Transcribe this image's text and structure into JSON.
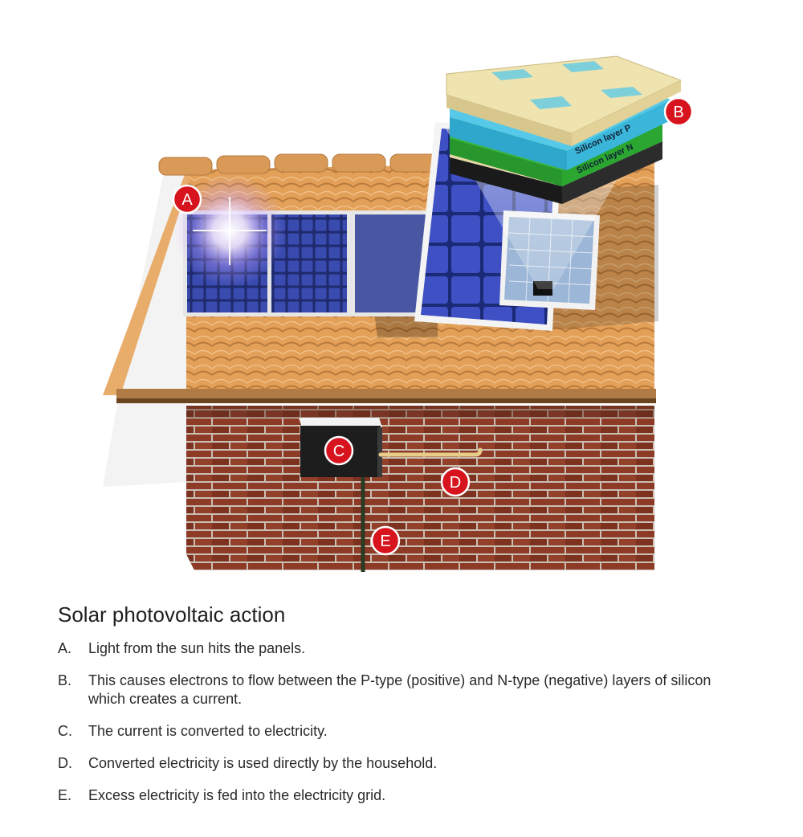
{
  "illustration": {
    "layers": {
      "p": "Silicon layer P",
      "n": "Silicon layer N"
    },
    "badges": {
      "a": "A",
      "b": "B",
      "c": "C",
      "d": "D",
      "e": "E"
    },
    "colors": {
      "badge": "#d7141e",
      "roof": "#e6a45e",
      "brick": "#8a3a26",
      "panel": "#2b3a8c",
      "inverter": "#1d1d1d"
    }
  },
  "title": "Solar photovoltaic action",
  "steps": [
    {
      "letter": "A.",
      "text": "Light from the sun hits the panels."
    },
    {
      "letter": "B.",
      "text": "This causes electrons to flow between the P-type (positive) and N-type (negative) layers of silicon which creates a current."
    },
    {
      "letter": "C.",
      "text": "The current is converted to electricity."
    },
    {
      "letter": "D.",
      "text": "Converted electricity is used directly by the household."
    },
    {
      "letter": "E.",
      "text": "Excess electricity is fed into the electricity grid."
    }
  ]
}
